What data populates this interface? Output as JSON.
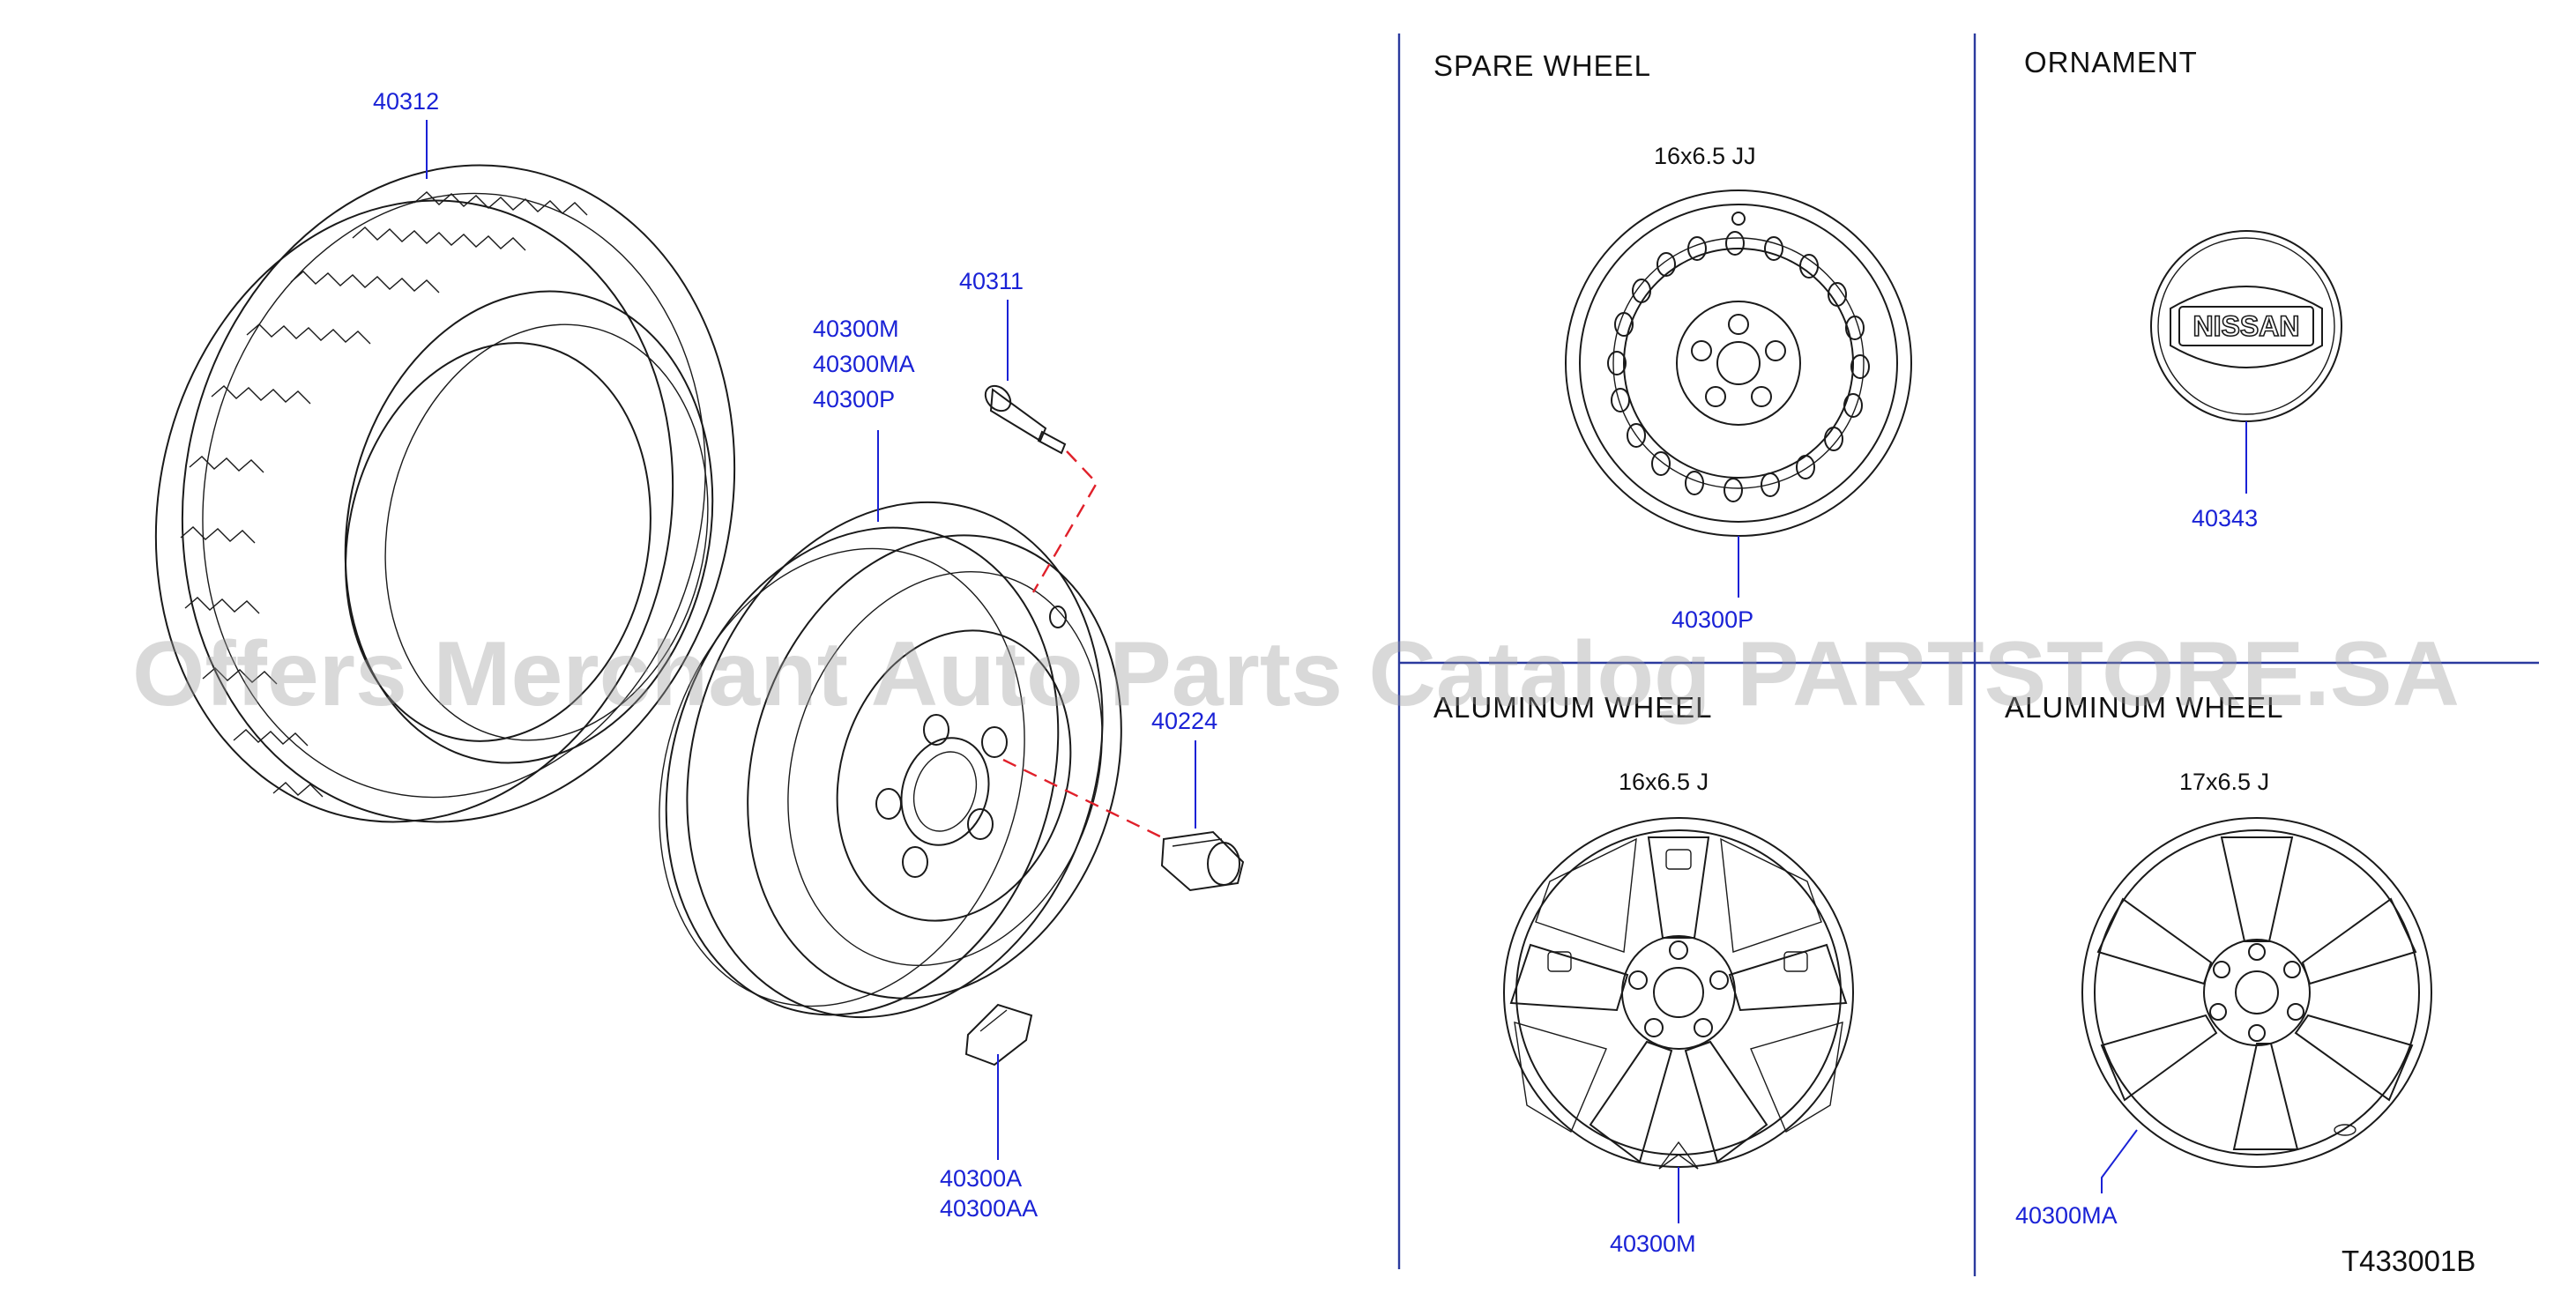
{
  "colors": {
    "part_number": "#1a22d6",
    "divider": "#2b3a9e",
    "dashed_leader": "#e0202a",
    "watermark": "#9a9a9a"
  },
  "labels": {
    "tire": "40312",
    "valve": "40311",
    "wheel_m": "40300M",
    "wheel_ma": "40300MA",
    "wheel_p": "40300P",
    "nut": "40224",
    "sensor_a": "40300A",
    "sensor_aa": "40300AA",
    "spare_pn": "40300P",
    "ornament_pn": "40343",
    "alu16_pn": "40300M",
    "alu17_pn": "40300MA"
  },
  "sections": {
    "spare_title": "SPARE   WHEEL",
    "spare_size": "16x6.5   JJ",
    "ornament_title": "ORNAMENT",
    "alu16_title": "ALUMINUM   WHEEL",
    "alu16_size": "16x6.5   J",
    "alu17_title": "ALUMINUM   WHEEL",
    "alu17_size": "17x6.5   J"
  },
  "ornament_logo": "NISSAN",
  "diagram_code": "T433001B",
  "watermark": "Offers Merchant Auto Parts Catalog PARTSTORE.SA",
  "icons": [
    "tire-icon",
    "steel-wheel-icon",
    "valve-stem-icon",
    "lug-nut-icon",
    "tpms-sensor-icon",
    "spare-wheel-icon",
    "ornament-badge-icon",
    "aluminum-wheel-16-icon",
    "aluminum-wheel-17-icon"
  ]
}
